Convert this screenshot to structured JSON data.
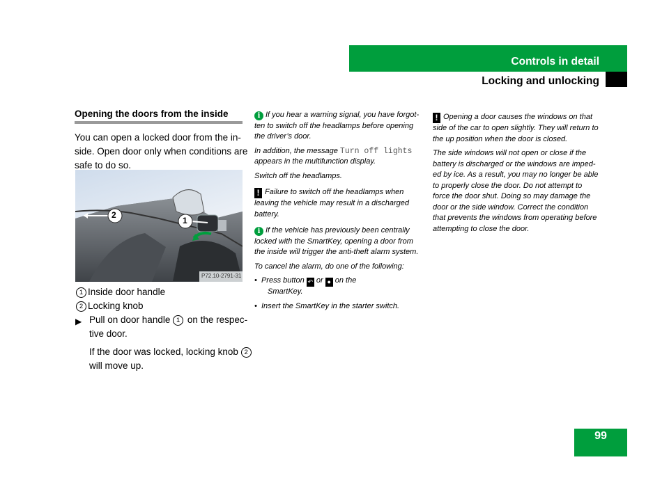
{
  "header": {
    "chapter": "Controls in detail",
    "section": "Locking and unlocking"
  },
  "left": {
    "heading": "Opening the doors from the inside",
    "intro_1": "You can open a locked door from the in-",
    "intro_2": "side. Open door only when conditions are",
    "intro_3": "safe to do so.",
    "figure_code": "P72.10-2791-31",
    "callouts": [
      {
        "num": "1",
        "label": "Inside door handle"
      },
      {
        "num": "2",
        "label": "Locking knob"
      }
    ],
    "step_a": "Pull on door handle",
    "step_num": "1",
    "step_b": "on the respec-",
    "step_c": "tive door.",
    "result_a": "If the door was locked, locking knob",
    "result_num": "2",
    "result_b": "will move up."
  },
  "middle": {
    "n1_l1": "If you hear a warning signal, you have forgot-",
    "n1_l2": "ten to switch off the headlamps before opening",
    "n1_l3": "the driver’s door.",
    "n1_l4a": "In addition, the message",
    "n1_msg": "Turn off lights",
    "n1_l5": "appears in the multifunction display.",
    "n1_l6": "Switch off the headlamps.",
    "w1_l1": "Failure to switch off the headlamps when",
    "w1_l2": "leaving the vehicle may result in a discharged",
    "w1_l3": "battery.",
    "n2_l1": "If the vehicle has previously been centrally",
    "n2_l2": "locked with the SmartKey, opening a door from",
    "n2_l3": "the inside will trigger the anti-theft alarm system.",
    "n2_l4": "To cancel the alarm, do one of the following:",
    "b1_a": "Press button",
    "b1_or": "or",
    "b1_b": "on the",
    "b1_c": "SmartKey.",
    "b2": "Insert the SmartKey in the starter switch."
  },
  "right": {
    "w_l1": "Opening a door causes the windows on that",
    "w_l2": "side of the car to open slightly. They will return to",
    "w_l3": "the up position when the door is closed.",
    "w_l4": "The side windows will not open or close if the",
    "w_l5": "battery is discharged or the windows are imped-",
    "w_l6": "ed by ice. As a result, you may no longer be able",
    "w_l7": "to properly close the door. Do not attempt to",
    "w_l8": "force the door shut. Doing so may damage the",
    "w_l9": "door or the side window. Correct the condition",
    "w_l10": "that prevents the windows from operating before",
    "w_l11": "attempting to close the door."
  },
  "page_number": "99",
  "colors": {
    "accent": "#009e3d"
  }
}
